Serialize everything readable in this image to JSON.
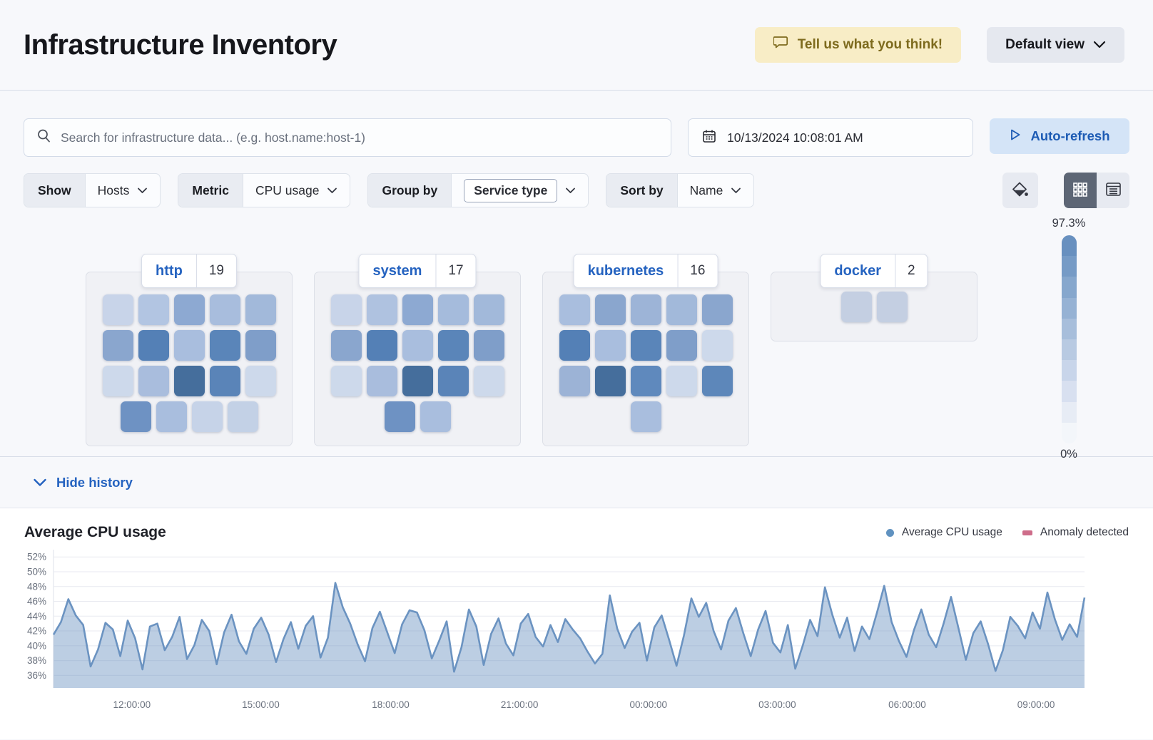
{
  "app": {
    "title": "Infrastructure Inventory"
  },
  "header": {
    "feedback_label": "Tell us what you think!",
    "view_label": "Default view"
  },
  "toolbar": {
    "search_placeholder": "Search for infrastructure data... (e.g. host.name:host-1)",
    "datetime": "10/13/2024 10:08:01 AM",
    "auto_refresh_label": "Auto-refresh"
  },
  "filters": [
    {
      "label": "Show",
      "value": "Hosts"
    },
    {
      "label": "Metric",
      "value": "CPU usage"
    },
    {
      "label": "Group by",
      "value": "Service type"
    },
    {
      "label": "Sort by",
      "value": "Name"
    }
  ],
  "color_scale": {
    "max_label": "97.3%",
    "min_label": "0%",
    "steps": [
      "#6890bf",
      "#769bc6",
      "#86a7cd",
      "#96b2d4",
      "#a7bedb",
      "#b8cae2",
      "#c8d5ea",
      "#d8e0f0",
      "#e7ecf5",
      "#f3f6fa"
    ]
  },
  "groups": [
    {
      "name": "http",
      "count": "19",
      "rows": [
        [
          "#c8d4e9",
          "#b2c5e2",
          "#8da9d2",
          "#a8bddd",
          "#a2b9da"
        ],
        [
          "#8aa6ce",
          "#5480b6",
          "#a9bede",
          "#5a85b9",
          "#7f9ec9"
        ],
        [
          "#cdd9eb",
          "#a9bddd",
          "#456e9c",
          "#5a84b8",
          "#cdd9eb"
        ],
        [
          "#6e92c3",
          "#a9bede",
          "#c6d3e8",
          "#c3d1e6"
        ]
      ]
    },
    {
      "name": "system",
      "count": "17",
      "rows": [
        [
          "#c8d4e9",
          "#afc2e0",
          "#8da9d2",
          "#a5bbdc",
          "#a2b9da"
        ],
        [
          "#8aa6ce",
          "#5480b6",
          "#a9bede",
          "#5a85b9",
          "#7f9ec9"
        ],
        [
          "#cdd9eb",
          "#a9bddd",
          "#456e9c",
          "#5a84b8",
          "#cdd9eb"
        ],
        [
          "#6e92c3",
          "#a9bede"
        ]
      ]
    },
    {
      "name": "kubernetes",
      "count": "16",
      "rows": [
        [
          "#a9bede",
          "#8aa6ce",
          "#9db4d7",
          "#a2b9da",
          "#8aa6ce"
        ],
        [
          "#5480b6",
          "#a9bede",
          "#5a85b9",
          "#7f9ec9",
          "#cdd9eb"
        ],
        [
          "#9cb3d6",
          "#456e9c",
          "#5f89bd",
          "#cdd9eb",
          "#5d87ba"
        ],
        [
          "#a9bede"
        ]
      ]
    },
    {
      "name": "docker",
      "count": "2",
      "rows": [
        [
          "#c4cfe2",
          "#c4cfe2"
        ]
      ]
    }
  ],
  "history": {
    "toggle_label": "Hide history"
  },
  "chart_data": {
    "type": "area",
    "title": "Average CPU usage",
    "legend": [
      {
        "label": "Average CPU usage",
        "color": "#6092c0",
        "marker": "dot"
      },
      {
        "label": "Anomaly detected",
        "color": "#ce6d8a",
        "marker": "rect"
      }
    ],
    "y_ticks": [
      52,
      50,
      48,
      46,
      44,
      42,
      40,
      38,
      36
    ],
    "y_tick_suffix": "%",
    "ylim": [
      34.3,
      52.6
    ],
    "x_tick_labels": [
      "12:00:00",
      "15:00:00",
      "18:00:00",
      "21:00:00",
      "00:00:00",
      "03:00:00",
      "06:00:00",
      "09:00:00"
    ],
    "x_tick_fractions": [
      0.076,
      0.201,
      0.327,
      0.452,
      0.577,
      0.702,
      0.828,
      0.953
    ],
    "line_color": "#6b93c1",
    "fill_color": "rgba(107,147,193,0.45)",
    "grid_color": "#e8eaf0",
    "values": [
      41.5,
      43.2,
      46.3,
      44.1,
      42.8,
      37.2,
      39.5,
      43.1,
      42.2,
      38.6,
      43.4,
      41.0,
      36.8,
      42.6,
      43.0,
      39.4,
      41.2,
      43.9,
      38.2,
      40.1,
      43.5,
      42.0,
      37.5,
      41.8,
      44.2,
      40.6,
      38.9,
      42.3,
      43.8,
      41.5,
      37.8,
      40.9,
      43.2,
      39.6,
      42.7,
      44.0,
      38.4,
      41.1,
      48.5,
      45.2,
      43.0,
      40.2,
      37.9,
      42.4,
      44.6,
      41.8,
      39.0,
      42.9,
      44.8,
      44.5,
      42.1,
      38.3,
      40.7,
      43.3,
      36.5,
      39.8,
      44.9,
      42.6,
      37.4,
      41.6,
      43.7,
      40.3,
      38.7,
      43.0,
      44.3,
      41.2,
      39.9,
      42.8,
      40.5,
      43.6,
      42.2,
      41.0,
      39.2,
      37.6,
      38.9,
      46.8,
      42.3,
      39.7,
      41.9,
      43.1,
      38.0,
      42.5,
      44.1,
      40.8,
      37.3,
      41.4,
      46.4,
      43.9,
      45.8,
      42.0,
      39.5,
      43.4,
      45.1,
      41.7,
      38.6,
      42.2,
      44.7,
      40.4,
      39.1,
      42.8,
      36.9,
      40.0,
      43.5,
      41.3,
      47.9,
      44.2,
      41.1,
      43.8,
      39.3,
      42.6,
      40.9,
      44.4,
      48.1,
      43.2,
      40.6,
      38.5,
      42.1,
      44.9,
      41.5,
      39.8,
      43.0,
      46.6,
      42.4,
      38.1,
      41.7,
      43.3,
      40.2,
      36.6,
      39.4,
      43.9,
      42.7,
      41.0,
      44.5,
      42.3,
      47.2,
      43.6,
      40.8,
      42.9,
      41.2,
      46.5
    ]
  }
}
